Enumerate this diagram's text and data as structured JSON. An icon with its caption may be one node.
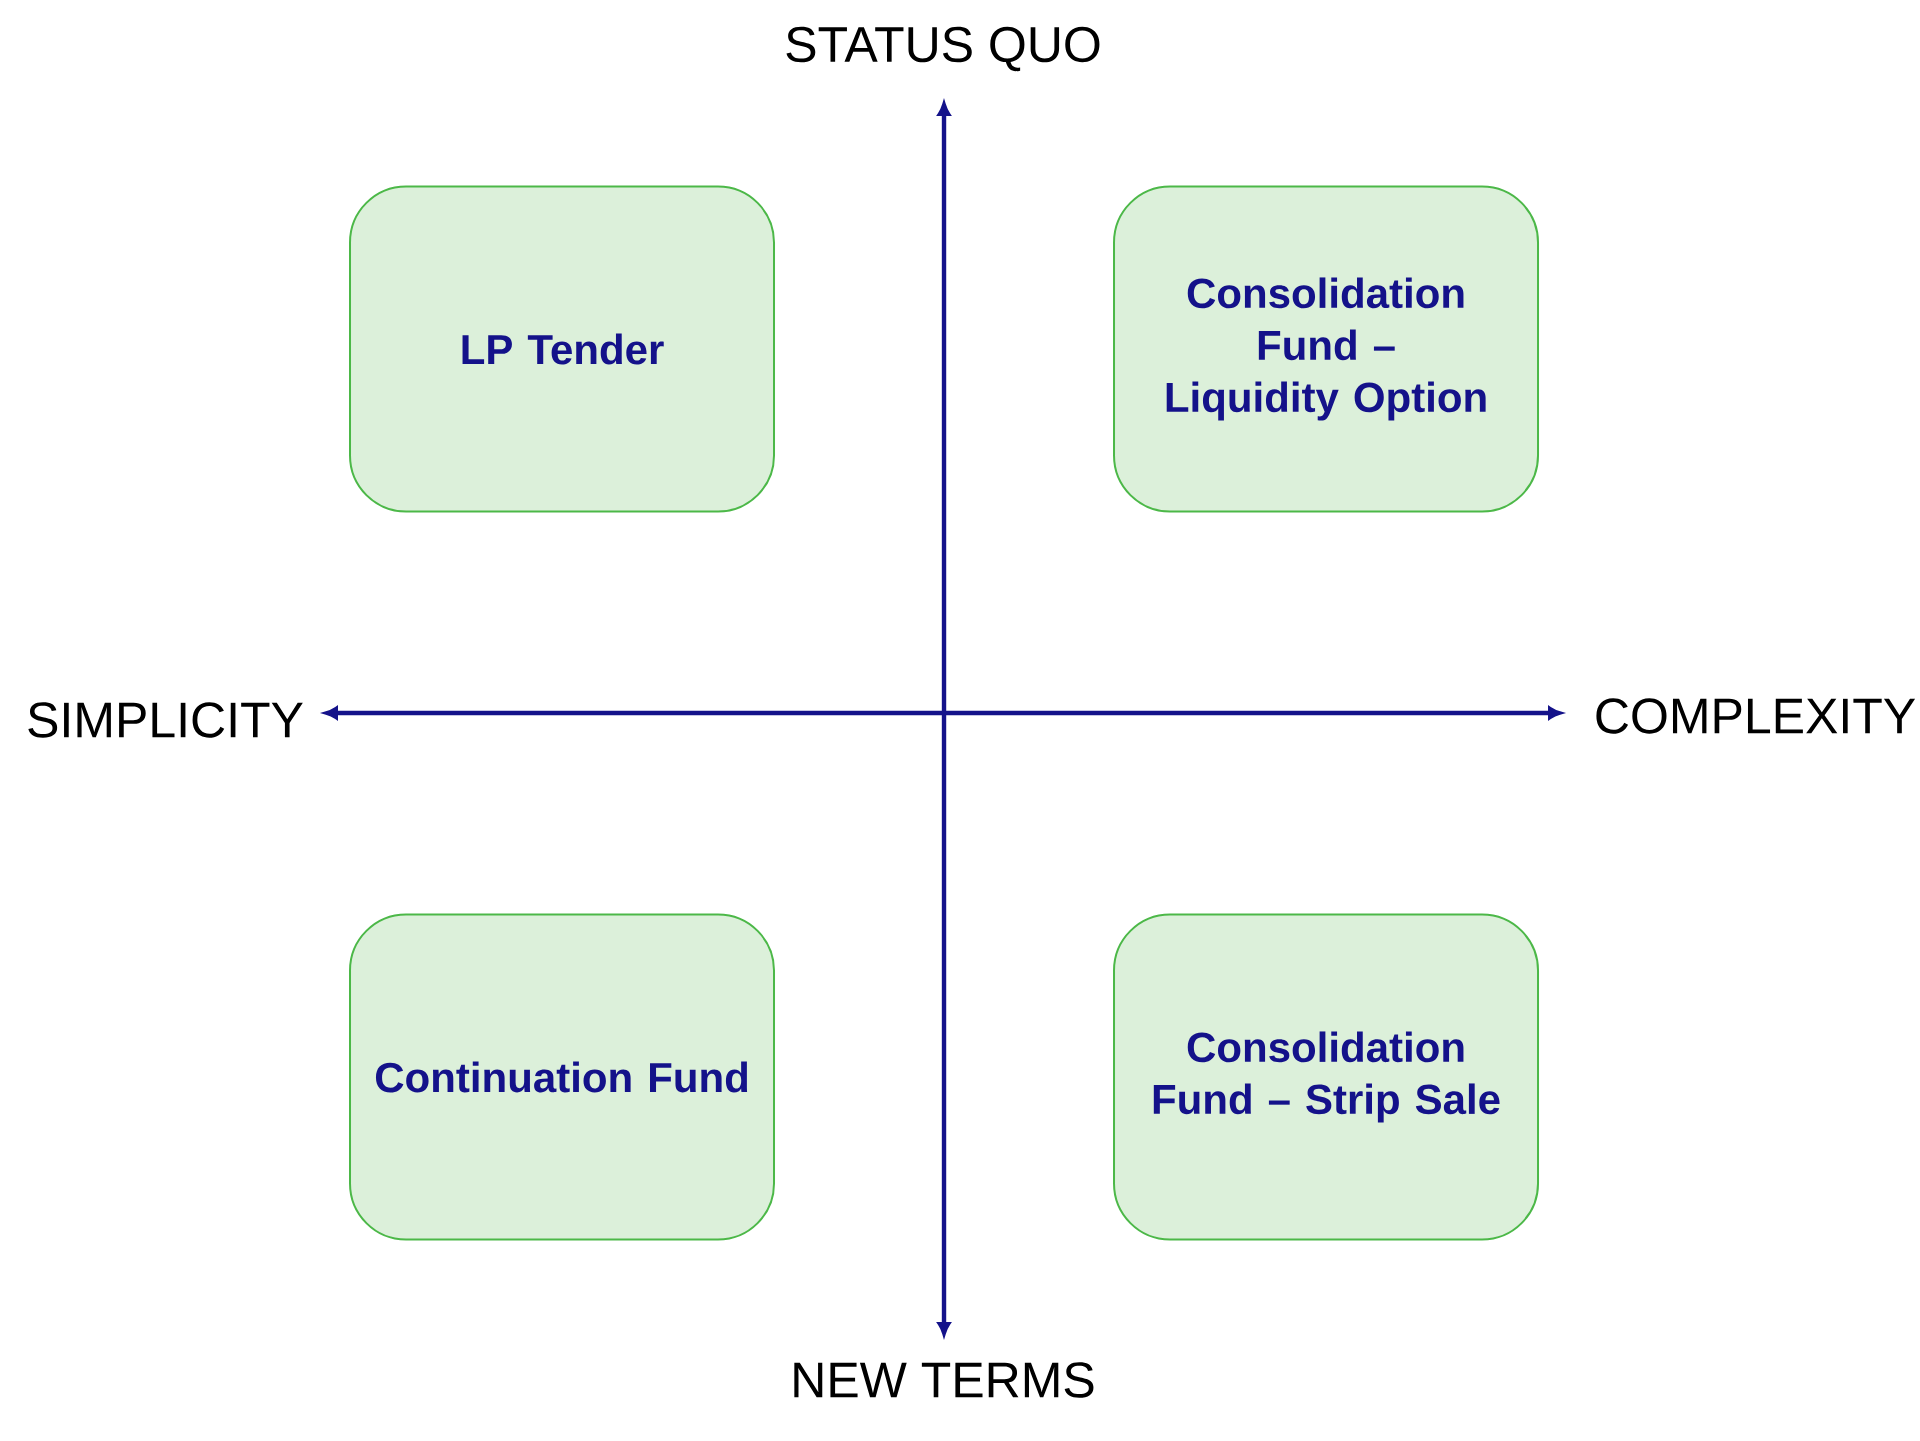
{
  "diagram": {
    "nodes": [
      {
        "text": [
          "LP Tender"
        ]
      },
      {
        "text": [
          "Consolidation Fund – Liquidity Option"
        ]
      },
      {
        "text": [
          "Continuation Fund"
        ]
      },
      {
        "text": [
          "Consolidation Fund – Strip Sale"
        ]
      }
    ],
    "labels": [
      "STATUS QUO",
      "SIMPLICITY",
      "COMPLEXITY",
      "NEW TERMS"
    ]
  }
}
